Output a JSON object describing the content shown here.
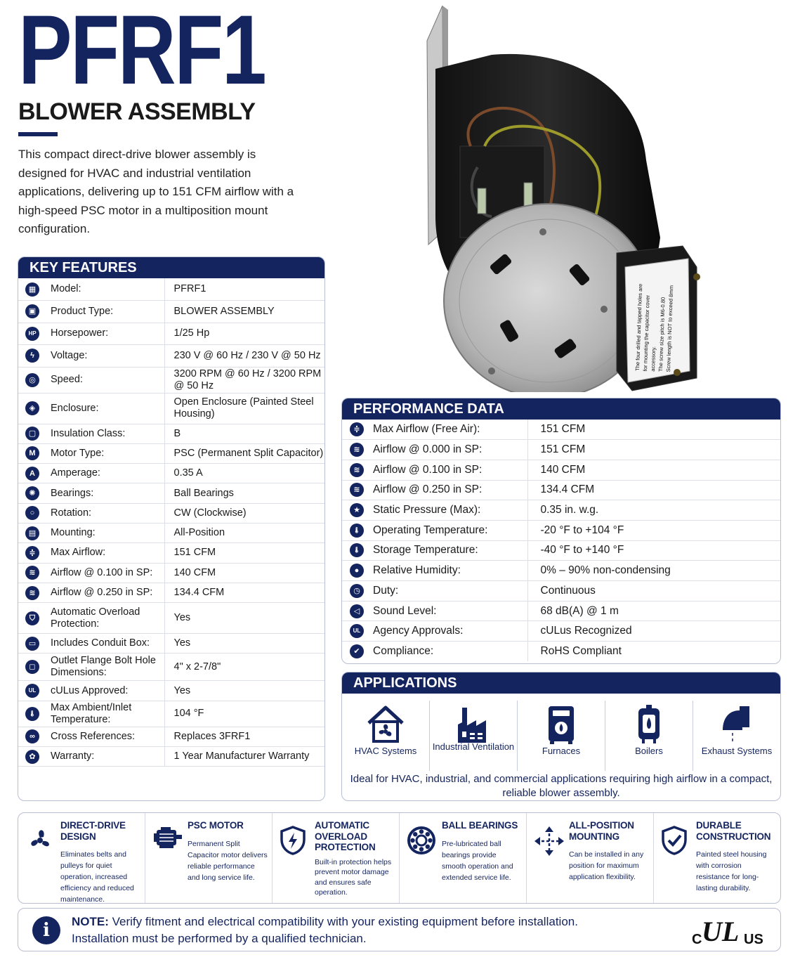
{
  "header": {
    "title": "PFRF1",
    "subtitle": "BLOWER ASSEMBLY",
    "intro": "This compact direct-drive blower assembly is designed for HVAC and industrial ventilation applications, delivering up to 151 CFM airflow with a high-speed PSC motor in a multiposition mount configuration."
  },
  "product_label": "The four drilled and tapped holes are for mounting the capacitor cover accessory. The screw size pitch is M6-0.80. Screw length is NOT to exceed 8mm",
  "key_features": {
    "heading": "KEY FEATURES",
    "rows": [
      {
        "label": "Model:",
        "value": "PFRF1",
        "icon": "model-icon"
      },
      {
        "label": "Product Type:",
        "value": "BLOWER ASSEMBLY",
        "icon": "box-icon"
      },
      {
        "label": "Horsepower:",
        "value": "1/25 Hp",
        "icon": "hp-icon"
      },
      {
        "label": "Voltage:",
        "value": "230 V @ 60 Hz / 230 V @ 50 Hz",
        "icon": "bolt-icon"
      },
      {
        "label": "Speed:",
        "value": "3200 RPM @ 60 Hz / 3200 RPM @ 50 Hz",
        "icon": "speed-icon"
      },
      {
        "label": "Enclosure:",
        "value": "Open Enclosure (Painted Steel Housing)",
        "icon": "cube-icon"
      },
      {
        "label": "Insulation Class:",
        "value": "B",
        "icon": "insulation-icon"
      },
      {
        "label": "Motor Type:",
        "value": "PSC (Permanent Split Capacitor)",
        "icon": "motor-icon"
      },
      {
        "label": "Amperage:",
        "value": "0.35 A",
        "icon": "amperage-icon"
      },
      {
        "label": "Bearings:",
        "value": "Ball Bearings",
        "icon": "bearing-icon"
      },
      {
        "label": "Rotation:",
        "value": "CW (Clockwise)",
        "icon": "rotation-icon"
      },
      {
        "label": "Mounting:",
        "value": "All-Position",
        "icon": "mounting-icon"
      },
      {
        "label": "Max Airflow:",
        "value": "151 CFM",
        "icon": "airflow-icon"
      },
      {
        "label": "Airflow @ 0.100 in SP:",
        "value": "140 CFM",
        "icon": "wave-icon"
      },
      {
        "label": "Airflow @ 0.250 in SP:",
        "value": "134.4 CFM",
        "icon": "wave-icon"
      },
      {
        "label": "Automatic Overload Protection:",
        "value": "Yes",
        "icon": "shield-icon"
      },
      {
        "label": "Includes Conduit Box:",
        "value": "Yes",
        "icon": "conduit-icon"
      },
      {
        "label": "Outlet Flange Bolt Hole Dimensions:",
        "value": "4\" x 2-7/8\"",
        "icon": "flange-icon"
      },
      {
        "label": "cULus Approved:",
        "value": "Yes",
        "icon": "ul-icon"
      },
      {
        "label": "Max Ambient/Inlet Temperature:",
        "value": "104 °F",
        "icon": "thermometer-icon"
      },
      {
        "label": "Cross References:",
        "value": "Replaces 3FRF1",
        "icon": "link-icon"
      },
      {
        "label": "Warranty:",
        "value": "1 Year Manufacturer Warranty",
        "icon": "ribbon-icon"
      }
    ]
  },
  "performance": {
    "heading": "PERFORMANCE DATA",
    "rows": [
      {
        "label": "Max Airflow (Free Air):",
        "value": "151 CFM",
        "icon": "airflow-icon"
      },
      {
        "label": "Airflow @ 0.000 in SP:",
        "value": "151 CFM",
        "icon": "wave-icon"
      },
      {
        "label": "Airflow @ 0.100 in SP:",
        "value": "140 CFM",
        "icon": "wave-icon"
      },
      {
        "label": "Airflow @ 0.250 in SP:",
        "value": "134.4 CFM",
        "icon": "wave-icon"
      },
      {
        "label": "Static Pressure (Max):",
        "value": "0.35 in. w.g.",
        "icon": "star-icon"
      },
      {
        "label": "Operating Temperature:",
        "value": "-20 °F to +104 °F",
        "icon": "thermometer-icon"
      },
      {
        "label": "Storage Temperature:",
        "value": "-40 °F to +140 °F",
        "icon": "thermometer-icon"
      },
      {
        "label": "Relative Humidity:",
        "value": "0% – 90% non-condensing",
        "icon": "droplet-icon"
      },
      {
        "label": "Duty:",
        "value": "Continuous",
        "icon": "clock-icon"
      },
      {
        "label": "Sound Level:",
        "value": "68 dB(A) @ 1 m",
        "icon": "speaker-icon"
      },
      {
        "label": "Agency Approvals:",
        "value": "cULus Recognized",
        "icon": "ul-icon"
      },
      {
        "label": "Compliance:",
        "value": "RoHS Compliant",
        "icon": "check-icon"
      }
    ]
  },
  "applications": {
    "heading": "APPLICATIONS",
    "items": [
      {
        "label": "HVAC Systems",
        "icon": "house-fan-icon"
      },
      {
        "label": "Industrial Ventilation",
        "icon": "factory-icon"
      },
      {
        "label": "Furnaces",
        "icon": "furnace-icon"
      },
      {
        "label": "Boilers",
        "icon": "boiler-icon"
      },
      {
        "label": "Exhaust Systems",
        "icon": "exhaust-icon"
      }
    ],
    "note": "Ideal for HVAC, industrial, and commercial applications requiring high airflow in a compact, reliable blower assembly."
  },
  "features": [
    {
      "title": "DIRECT-DRIVE DESIGN",
      "desc": "Eliminates belts and pulleys for quiet operation, increased efficiency and reduced maintenance.",
      "icon": "fan-icon"
    },
    {
      "title": "PSC MOTOR",
      "desc": "Permanent Split Capacitor motor delivers reliable performance and long service life.",
      "icon": "motor-icon"
    },
    {
      "title": "AUTOMATIC OVERLOAD PROTECTION",
      "desc": "Built-in protection helps prevent motor damage and ensures safe operation.",
      "icon": "shield-bolt-icon"
    },
    {
      "title": "BALL BEARINGS",
      "desc": "Pre-lubricated ball bearings provide smooth operation and extended service life.",
      "icon": "bearing-icon"
    },
    {
      "title": "ALL-POSITION MOUNTING",
      "desc": "Can be installed in any position for maximum application flexibility.",
      "icon": "arrows-icon"
    },
    {
      "title": "DURABLE CONSTRUCTION",
      "desc": "Painted steel housing with corrosion resistance for long-lasting durability.",
      "icon": "shield-check-icon"
    }
  ],
  "note": {
    "prefix": "NOTE:",
    "line1": "Verify fitment and electrical compatibility with your existing equipment before installation.",
    "line2": "Installation must be performed by a qualified technician.",
    "logo_c": "C",
    "logo_mark": "UL",
    "logo_us": "US"
  },
  "colors": {
    "navy": "#14245e",
    "border": "#b9bfd3"
  }
}
